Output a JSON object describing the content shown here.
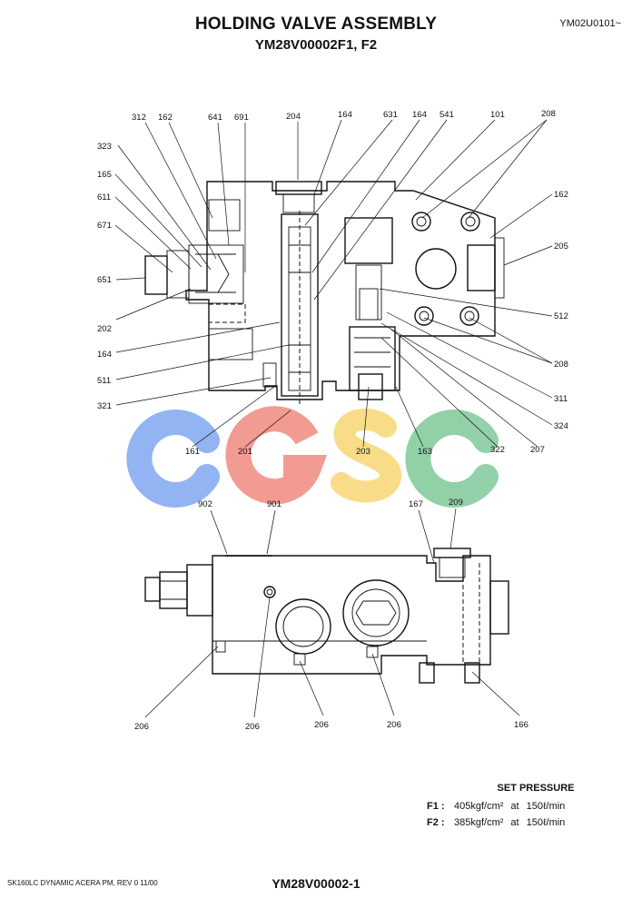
{
  "header": {
    "title": "HOLDING VALVE ASSEMBLY",
    "subtitle": "YM28V00002F1, F2",
    "ref_code": "YM02U0101~"
  },
  "diagram": {
    "top_labels": [
      "312",
      "162",
      "641",
      "691",
      "204",
      "164",
      "631",
      "164",
      "541",
      "101",
      "208"
    ],
    "left_labels": [
      "323",
      "165",
      "611",
      "671",
      "651",
      "202",
      "164",
      "511",
      "321"
    ],
    "right_labels": [
      "162",
      "205",
      "512",
      "208",
      "311",
      "324",
      "322",
      "207"
    ],
    "bottom_labels": [
      "161",
      "201",
      "203",
      "163"
    ],
    "lower_top_labels": [
      "902",
      "901",
      "167",
      "209"
    ],
    "lower_bottom_labels": [
      "206",
      "206",
      "206",
      "206",
      "166"
    ]
  },
  "watermark": {
    "letters": [
      "C",
      "G",
      "S",
      "C"
    ],
    "colors": [
      "#7fa8f0",
      "#f08a80",
      "#f7d774",
      "#7fc99a"
    ]
  },
  "set_pressure": {
    "title": "SET PRESSURE",
    "rows": [
      {
        "id": "F1 :",
        "pressure": "405kgf/cm²",
        "at": "at",
        "flow": "150ℓ/min"
      },
      {
        "id": "F2 :",
        "pressure": "385kgf/cm²",
        "at": "at",
        "flow": "150ℓ/min"
      }
    ]
  },
  "footer": {
    "left": "SK160LC DYNAMIC ACERA PM,  REV 0 11/00",
    "center": "YM28V00002-1"
  }
}
